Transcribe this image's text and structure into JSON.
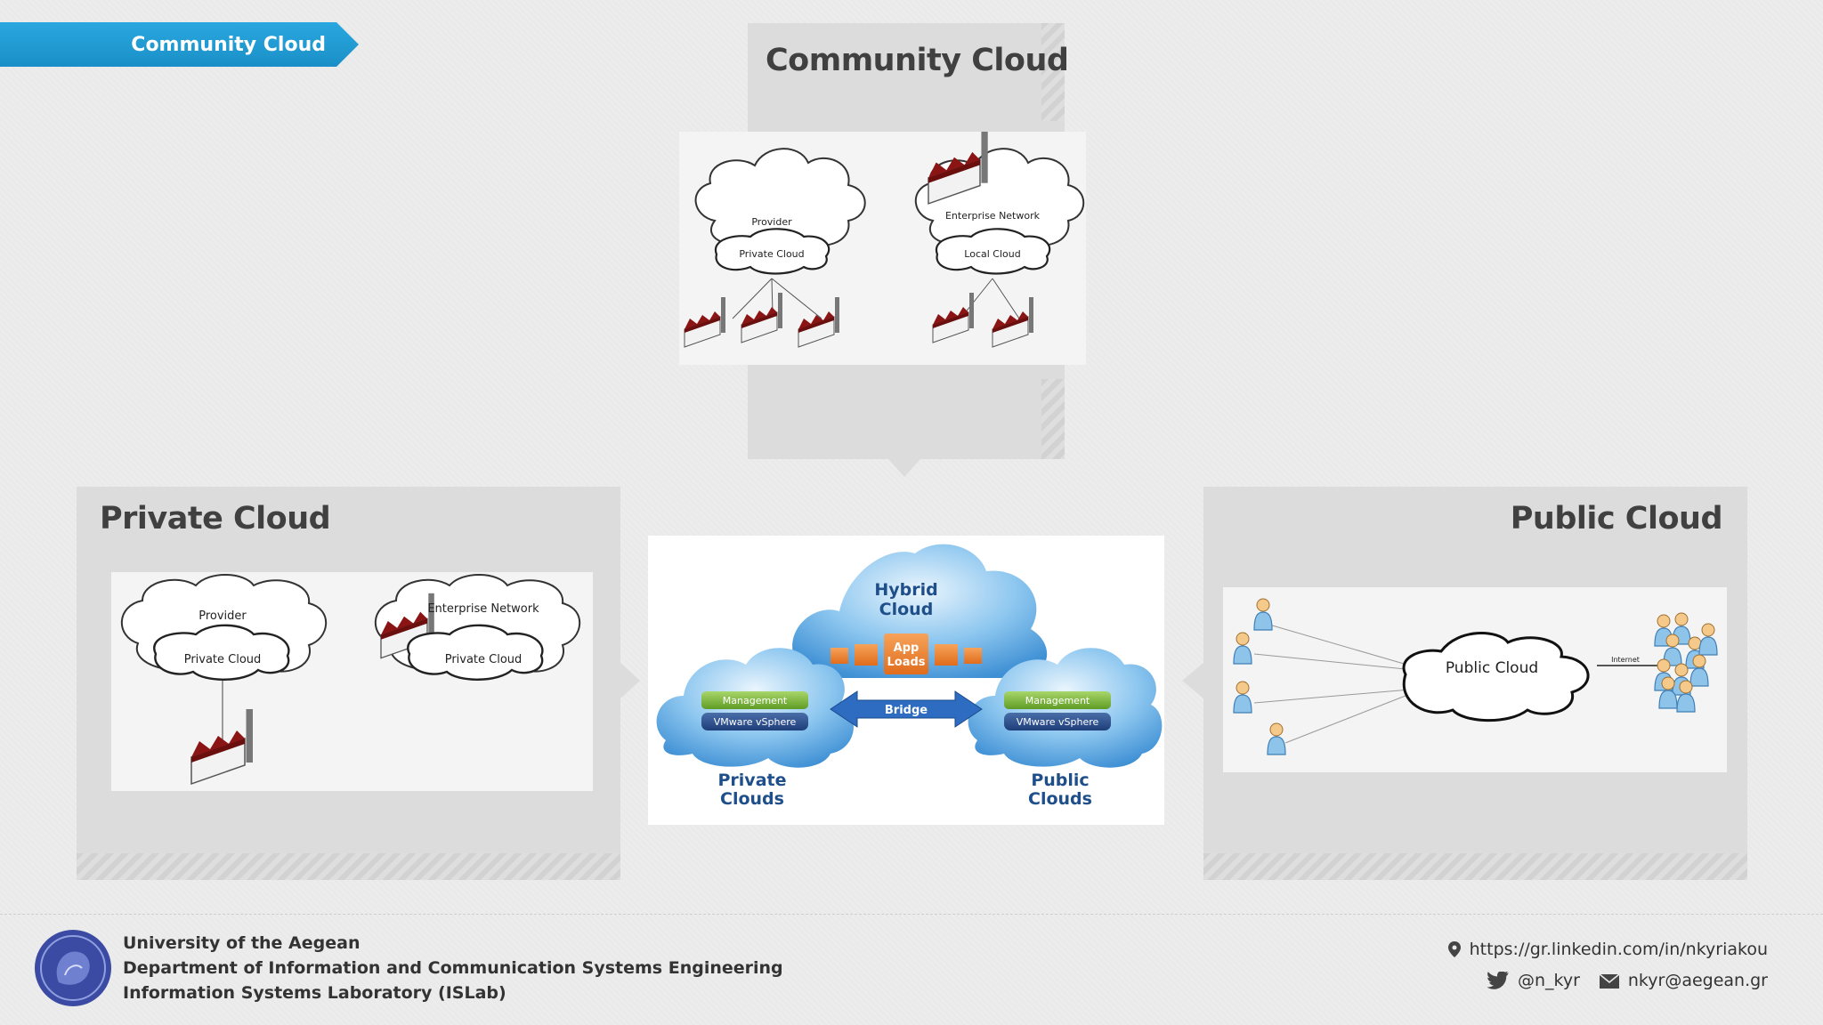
{
  "tag": "Community Cloud",
  "community": {
    "title": "Community Cloud",
    "left": {
      "provider": "Provider",
      "inner": "Private Cloud"
    },
    "right": {
      "outer": "Enterprise Network",
      "inner": "Local Cloud"
    }
  },
  "private": {
    "title": "Private Cloud",
    "left": {
      "provider": "Provider",
      "inner": "Private Cloud"
    },
    "right": {
      "outer": "Enterprise Network",
      "inner": "Private Cloud"
    }
  },
  "public": {
    "title": "Public Cloud",
    "cloud": "Public Cloud",
    "link": "Internet"
  },
  "hybrid": {
    "title_line1": "Hybrid",
    "title_line2": "Cloud",
    "app_line1": "App",
    "app_line2": "Loads",
    "bridge": "Bridge",
    "left_mgmt": "Management",
    "left_vm": "VMware vSphere",
    "right_mgmt": "Management",
    "right_vm": "VMware vSphere",
    "left_label1": "Private",
    "left_label2": "Clouds",
    "right_label1": "Public",
    "right_label2": "Clouds"
  },
  "footer": {
    "line1": "University of the Aegean",
    "line2": "Department of Information and Communication Systems Engineering",
    "line3": "Information Systems Laboratory (ISLab)",
    "linkedin": "https://gr.linkedin.com/in/nkyriakou",
    "twitter": "@n_kyr",
    "email": "nkyr@aegean.gr"
  },
  "colors": {
    "accent": "#1a9ad6",
    "panel": "#dcdcdc",
    "factory": "#8b1414",
    "hybrid": "#3f8fd6"
  }
}
